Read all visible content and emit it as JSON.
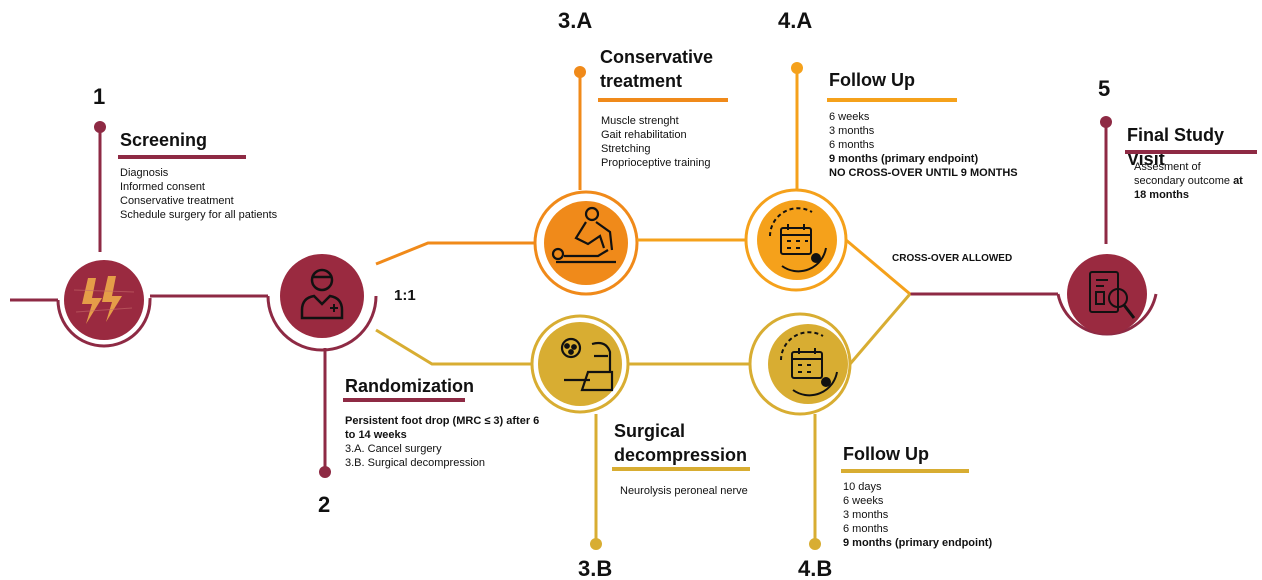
{
  "colors": {
    "maroon": "#8e2a44",
    "orange": "#f08a1a",
    "orange_dark": "#f5a11b",
    "gold": "#d8ad32",
    "icon_maroon": "#9a2a40"
  },
  "steps": {
    "screening": {
      "number": "1",
      "title": "Screening",
      "items": [
        "Diagnosis",
        "Informed consent",
        "Conservative treatment",
        "Schedule surgery for all patients"
      ],
      "icon": "screening-lightning-icon"
    },
    "randomization": {
      "number": "2",
      "title": "Randomization",
      "items": [
        "Persistent foot drop (MRC ≤ 3) after 6 to 14 weeks",
        "3.A. Cancel surgery",
        "3.B. Surgical decompression"
      ],
      "ratio": "1:1",
      "icon": "doctor-icon"
    },
    "conservative": {
      "number": "3.A",
      "title_line1": "Conservative",
      "title_line2": "treatment",
      "items": [
        "Muscle strenght",
        "Gait rehabilitation",
        "Stretching",
        "Proprioceptive training"
      ],
      "icon": "physiotherapy-icon"
    },
    "surgical": {
      "number": "3.B",
      "title_line1": "Surgical",
      "title_line2": "decompression",
      "items": [
        "Neurolysis peroneal nerve"
      ],
      "icon": "surgeon-icon"
    },
    "followup_a": {
      "number": "4.A",
      "title": "Follow Up",
      "items": [
        "6 weeks",
        "3 months",
        "6 months",
        "9 months (primary endpoint)",
        "NO CROSS-OVER UNTIL 9 MONTHS"
      ],
      "icon": "calendar-icon"
    },
    "followup_b": {
      "number": "4.B",
      "title": "Follow Up",
      "items": [
        "10 days",
        "6 weeks",
        "3 months",
        "6 months",
        "9 months (primary endpoint)"
      ],
      "icon": "calendar-icon"
    },
    "final": {
      "number": "5",
      "title": "Final Study Visit",
      "text_plain": "Assesment of secondary outcome ",
      "text_bold": "at 18 months",
      "icon": "report-magnifier-icon"
    }
  },
  "crossover_label": "CROSS-OVER ALLOWED"
}
